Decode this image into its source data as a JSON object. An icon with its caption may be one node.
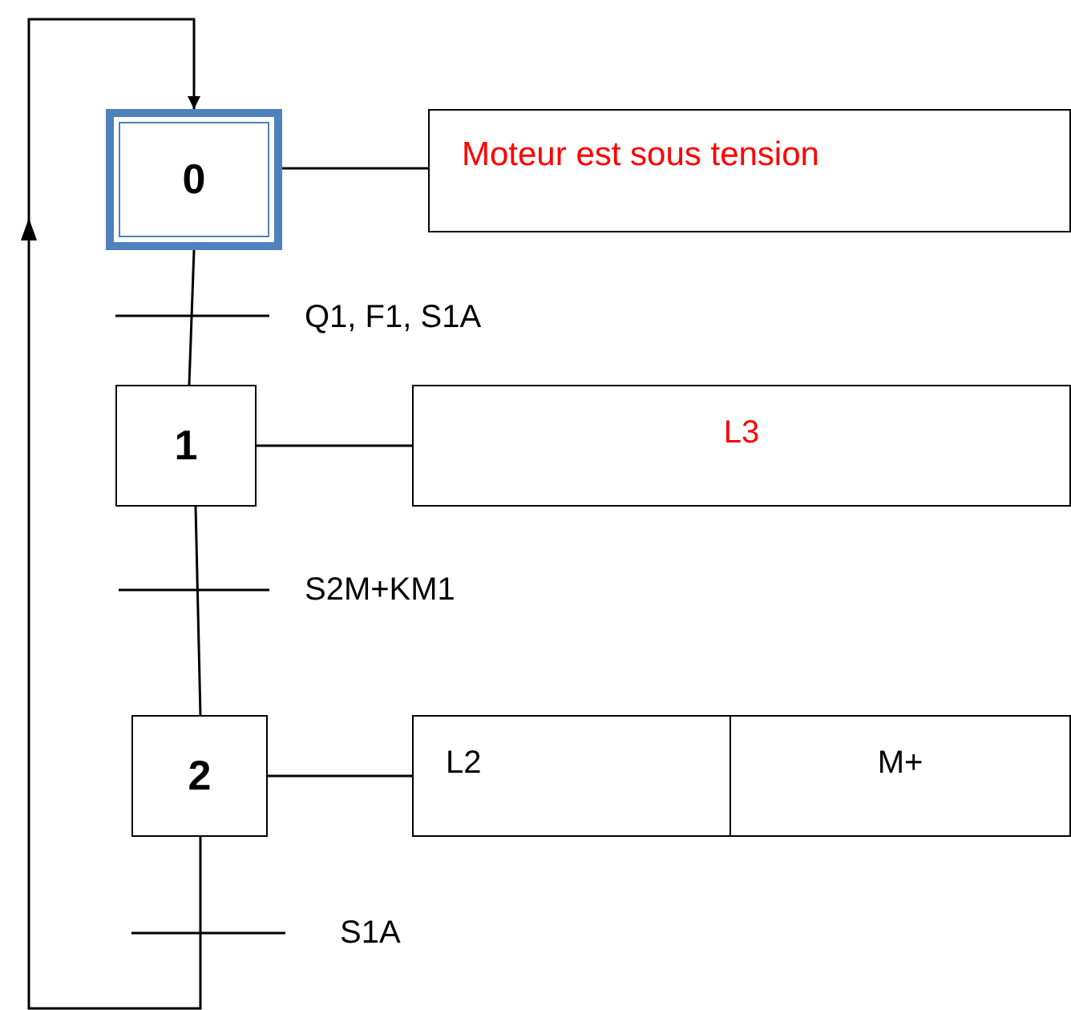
{
  "diagram": {
    "nodes": [
      {
        "text": [
          "0"
        ]
      },
      {
        "text": [
          "Moteur est sous tension"
        ]
      },
      {
        "text": [
          "1"
        ]
      },
      {
        "text": [
          "L3"
        ]
      },
      {
        "text": [
          "2"
        ]
      },
      {
        "text": [
          "L2"
        ]
      },
      {
        "text": [
          "M+"
        ]
      }
    ],
    "edges": [
      {
        "from": 0,
        "to": 1,
        "arrow": "none"
      },
      {
        "from": 0,
        "to": 2,
        "arrow": "none"
      },
      {
        "from": 2,
        "to": 3,
        "arrow": "none"
      },
      {
        "from": 2,
        "to": 4,
        "arrow": "none"
      },
      {
        "from": 4,
        "to": 5,
        "arrow": "none"
      },
      {
        "from": 4,
        "to": 0,
        "arrow": "to"
      }
    ],
    "labels": [
      "Q1, F1, S1A",
      "S2M+KM1",
      "S1A"
    ]
  }
}
